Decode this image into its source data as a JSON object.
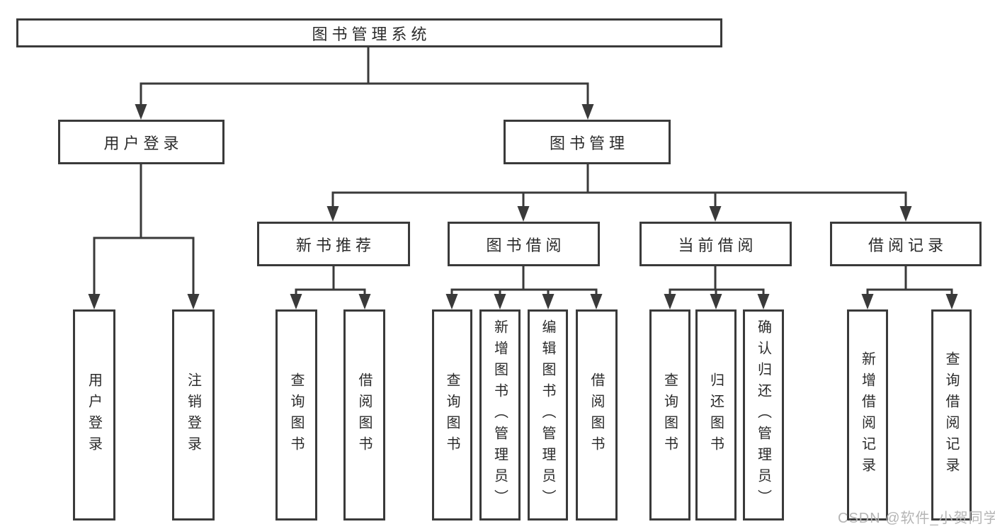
{
  "tree": {
    "root": {
      "label": "图书管理系统"
    },
    "branches": [
      {
        "label": "用户登录",
        "children": [
          {
            "label": "用户登录"
          },
          {
            "label": "注销登录"
          }
        ]
      },
      {
        "label": "图书管理",
        "children": [
          {
            "label": "新书推荐",
            "children": [
              {
                "label": "查询图书"
              },
              {
                "label": "借阅图书"
              }
            ]
          },
          {
            "label": "图书借阅",
            "children": [
              {
                "label": "查询图书"
              },
              {
                "label": "新增图书（管理员）"
              },
              {
                "label": "编辑图书（管理员）"
              },
              {
                "label": "借阅图书"
              }
            ]
          },
          {
            "label": "当前借阅",
            "children": [
              {
                "label": "查询图书"
              },
              {
                "label": "归还图书"
              },
              {
                "label": "确认归还（管理员）"
              }
            ]
          },
          {
            "label": "借阅记录",
            "children": [
              {
                "label": "新增借阅记录"
              },
              {
                "label": "查询借阅记录"
              }
            ]
          }
        ]
      }
    ]
  },
  "watermark": {
    "text": "CSDN @软件_小贺同学"
  },
  "colors": {
    "line": "#3a3a3a",
    "text": "#2b2b2b",
    "watermark": "#b5b5b5",
    "background": "#ffffff"
  }
}
